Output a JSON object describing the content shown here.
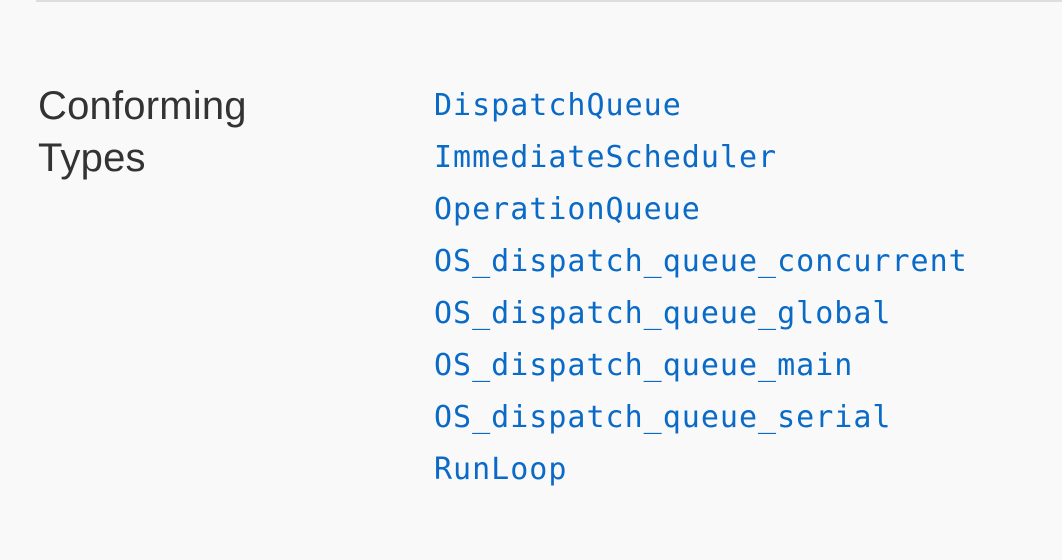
{
  "section": {
    "heading_line1": "Conforming",
    "heading_line2": "Types",
    "types": [
      "DispatchQueue",
      "ImmediateScheduler",
      "OperationQueue",
      "OS_dispatch_queue_concurrent",
      "OS_dispatch_queue_global",
      "OS_dispatch_queue_main",
      "OS_dispatch_queue_serial",
      "RunLoop"
    ]
  },
  "colors": {
    "background": "#f9f9f9",
    "heading": "#333333",
    "link": "#0a6ac7",
    "divider": "#dedede"
  }
}
